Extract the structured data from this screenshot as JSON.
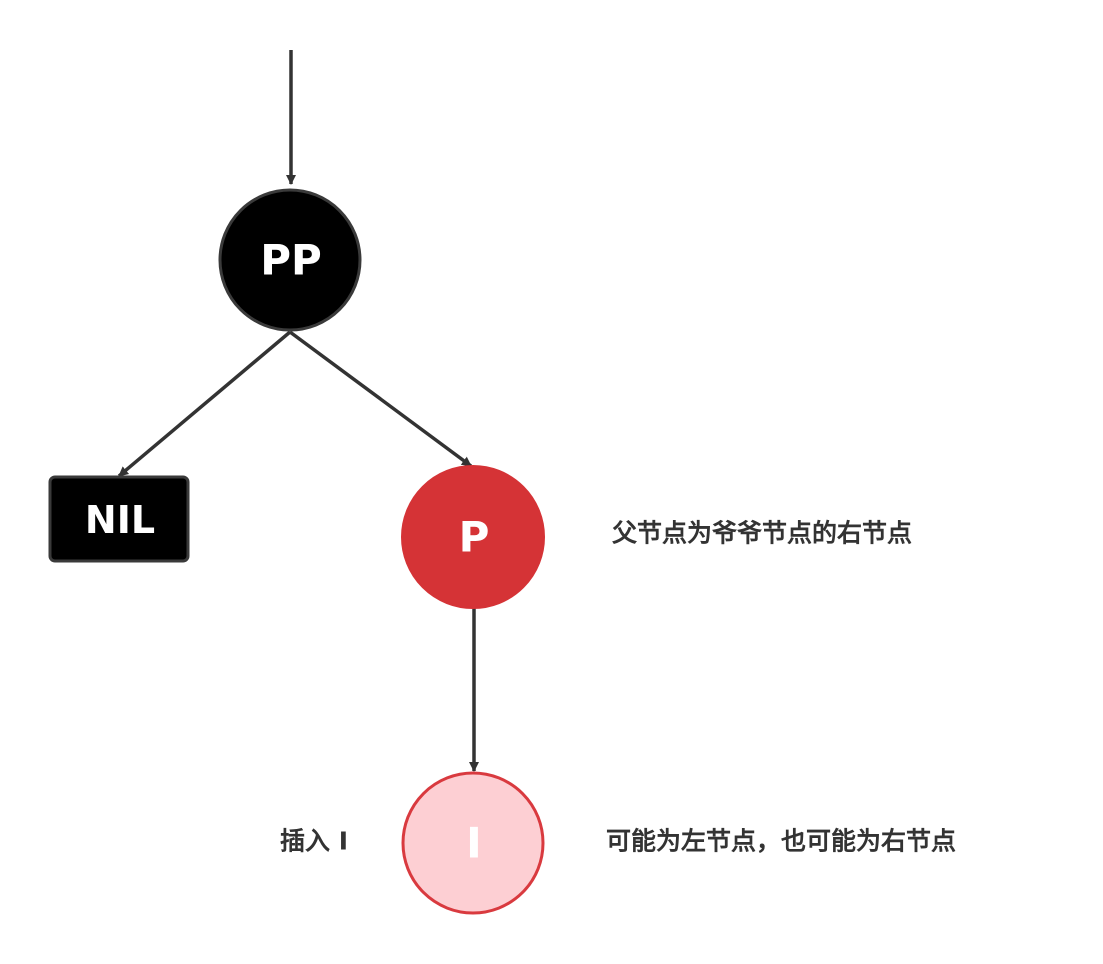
{
  "diagram": {
    "nodes": {
      "grandparent": {
        "label": "PP",
        "color": "black"
      },
      "nil": {
        "label": "NIL",
        "color": "black"
      },
      "parent": {
        "label": "P",
        "color": "red"
      },
      "inserted": {
        "label": "I",
        "color": "pink"
      }
    },
    "annotations": {
      "parent_note": "父节点为爷爷节点的右节点",
      "insert_label": "插入 I",
      "child_note": "可能为左节点，也可能为右节点"
    }
  }
}
